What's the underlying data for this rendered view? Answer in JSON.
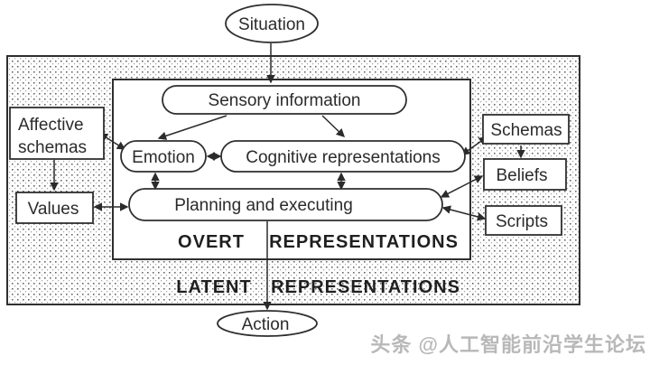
{
  "nodes": {
    "situation": {
      "label": "Situation"
    },
    "sensory": {
      "label": "Sensory information"
    },
    "emotion": {
      "label": "Emotion"
    },
    "cognitive": {
      "label": "Cognitive representations"
    },
    "planning": {
      "label": "Planning and executing"
    },
    "affective_schemas": {
      "line1": "Affective",
      "line2": "schemas"
    },
    "values": {
      "label": "Values"
    },
    "schemas": {
      "label": "Schemas"
    },
    "beliefs": {
      "label": "Beliefs"
    },
    "scripts": {
      "label": "Scripts"
    },
    "action": {
      "label": "Action"
    }
  },
  "regions": {
    "overt": {
      "word1": "OVERT",
      "word2": "REPRESENTATIONS"
    },
    "latent": {
      "word1": "LATENT",
      "word2": "REPRESENTATIONS"
    }
  },
  "edges": [
    {
      "from": "situation",
      "to": "sensory",
      "type": "arrow"
    },
    {
      "from": "sensory",
      "to": "emotion",
      "type": "arrow"
    },
    {
      "from": "sensory",
      "to": "cognitive",
      "type": "arrow"
    },
    {
      "from": "emotion",
      "to": "cognitive",
      "type": "double-arrow"
    },
    {
      "from": "emotion",
      "to": "planning",
      "type": "double-arrow"
    },
    {
      "from": "cognitive",
      "to": "planning",
      "type": "double-arrow"
    },
    {
      "from": "affective_schemas",
      "to": "emotion",
      "type": "double-arrow"
    },
    {
      "from": "affective_schemas",
      "to": "values",
      "type": "arrow"
    },
    {
      "from": "values",
      "to": "planning",
      "type": "double-arrow"
    },
    {
      "from": "cognitive",
      "to": "schemas",
      "type": "double-arrow"
    },
    {
      "from": "schemas",
      "to": "beliefs",
      "type": "arrow"
    },
    {
      "from": "planning",
      "to": "beliefs",
      "type": "double-arrow"
    },
    {
      "from": "planning",
      "to": "scripts",
      "type": "double-arrow"
    },
    {
      "from": "planning",
      "to": "action",
      "type": "arrow"
    }
  ],
  "watermark": {
    "text": "头条 @人工智能前沿学生论坛"
  },
  "colors": {
    "line": "#2b2b2b",
    "node_fill": "#ffffff",
    "stipple_dot": "#3f3f3f",
    "watermark": "#b8b8b8"
  }
}
